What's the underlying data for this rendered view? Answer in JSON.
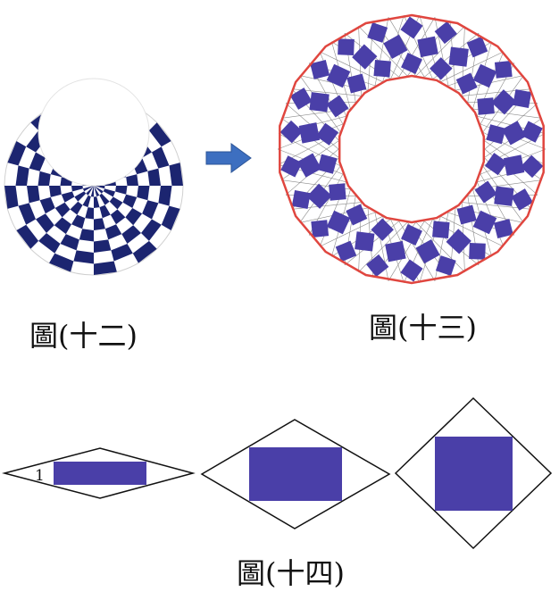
{
  "captions": {
    "fig12": "圖(十二)",
    "fig13": "圖(十三)",
    "fig14": "圖(十四)"
  },
  "fig14_left_label": "1",
  "colors": {
    "checker_navy": "#1c2570",
    "tile_purple": "#4a3fa8",
    "arrow_blue": "#3d6fc0",
    "outline_red": "#e0463f",
    "line_gray": "#8c8c8c",
    "rhombus_black": "#111111"
  },
  "icons": {
    "arrow": "right-arrow-icon"
  }
}
